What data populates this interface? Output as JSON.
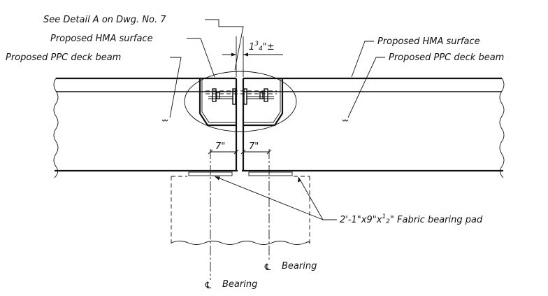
{
  "labels": {
    "detail_ref": "See Detail A on Dwg. No. 7",
    "hma_left": "Proposed HMA surface",
    "ppc_left": "Proposed PPC deck beam",
    "hma_right": "Proposed HMA surface",
    "ppc_right": "Proposed PPC deck beam",
    "gap_whole": "1",
    "gap_num": "3",
    "gap_den": "4",
    "gap_suffix": "\"±",
    "dim_left": "7\"",
    "dim_right": "7\"",
    "pad_prefix": "2'-1\"x9\"x",
    "pad_num": "1",
    "pad_den": "2",
    "pad_suffix": "\" Fabric bearing pad",
    "bearing_left": "Bearing",
    "bearing_right": "Bearing",
    "centerline_symbol": "℄"
  }
}
